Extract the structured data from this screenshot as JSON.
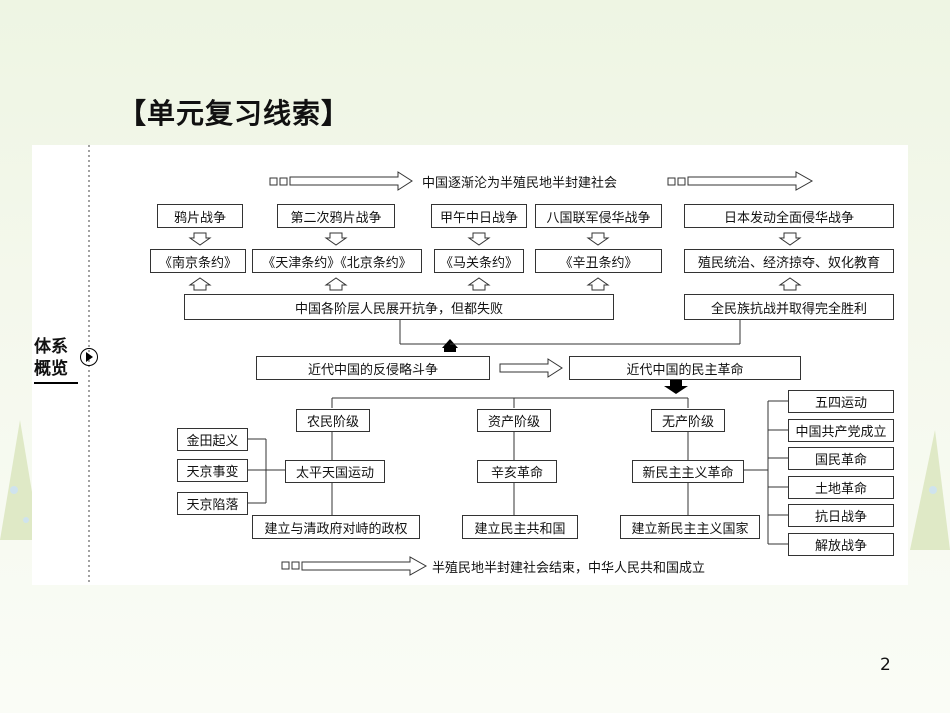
{
  "title": "【单元复习线索】",
  "side_label": {
    "line1": "体系",
    "line2": "概览"
  },
  "page_number": "2",
  "top_line": "中国逐渐沦为半殖民地半封建社会",
  "bottom_line": "半殖民地半封建社会结束，中华人民共和国成立",
  "wars": [
    "鸦片战争",
    "第二次鸦片战争",
    "甲午中日战争",
    "八国联军侵华战争",
    "日本发动全面侵华战争"
  ],
  "treaties": [
    "《南京条约》",
    "《天津条约》《北京条约》",
    "《马关条约》",
    "《辛丑条约》",
    "殖民统治、经济掠夺、奴化教育"
  ],
  "resistance_left": "中国各阶层人民展开抗争，但都失败",
  "resistance_right": "全民族抗战并取得完全胜利",
  "anti_invasion": "近代中国的反侵略斗争",
  "democratic_rev": "近代中国的民主革命",
  "classes": [
    "农民阶级",
    "资产阶级",
    "无产阶级"
  ],
  "movements": [
    "太平天国运动",
    "辛亥革命",
    "新民主主义革命"
  ],
  "results": [
    "建立与清政府对峙的政权",
    "建立民主共和国",
    "建立新民主主义国家"
  ],
  "taiping_events": [
    "金田起义",
    "天京事变",
    "天京陷落"
  ],
  "proletarian_events": [
    "五四运动",
    "中国共产党成立",
    "国民革命",
    "土地革命",
    "抗日战争",
    "解放战争"
  ]
}
